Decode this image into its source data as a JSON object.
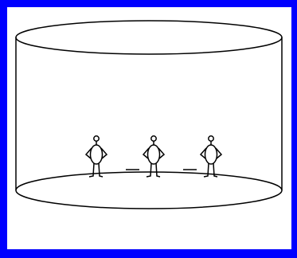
{
  "colors": {
    "border": "#0000ff",
    "background": "#ffffff",
    "stroke": "#000000"
  },
  "diagram": {
    "container_shape": "cylinder-icon",
    "figures": [
      {
        "name": "stick-figure-icon",
        "position": "left"
      },
      {
        "name": "stick-figure-icon",
        "position": "middle"
      },
      {
        "name": "stick-figure-icon",
        "position": "right"
      }
    ],
    "connectors": [
      {
        "name": "dash-connector",
        "between": [
          "left",
          "middle"
        ]
      },
      {
        "name": "dash-connector",
        "between": [
          "middle",
          "right"
        ]
      }
    ]
  }
}
